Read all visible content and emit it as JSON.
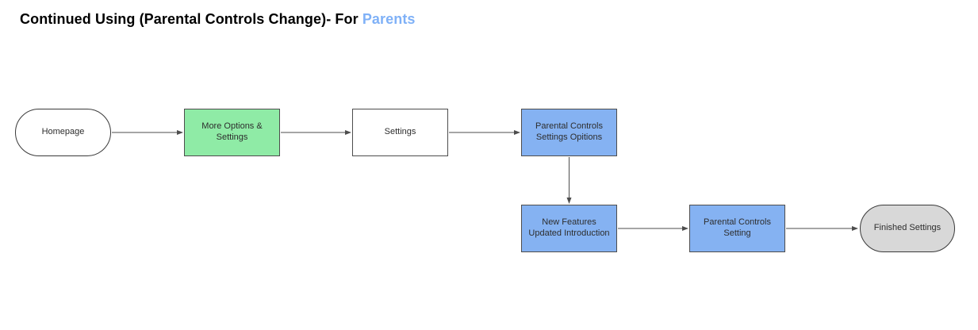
{
  "title": {
    "text": "Continued Using (Parental Controls Change)- For ",
    "highlight": "Parents"
  },
  "colors": {
    "title_text": "#000000",
    "title_highlight": "#7FB1F7",
    "node_green": "#8FEBA6",
    "node_blue": "#85B2F2",
    "node_gray": "#D8D8D8",
    "node_white": "#FFFFFF",
    "node_border": "#4D4D4D",
    "arrow": "#4D4D4D",
    "background": "#FFFFFF"
  },
  "diagram": {
    "type": "flowchart",
    "nodes": [
      {
        "id": "homepage",
        "label": "Homepage",
        "shape": "stadium",
        "fill": "white"
      },
      {
        "id": "more-options-settings",
        "label": "More Options & Settings",
        "shape": "rect",
        "fill": "green"
      },
      {
        "id": "settings",
        "label": "Settings",
        "shape": "rect",
        "fill": "white"
      },
      {
        "id": "parental-controls-settings-opitions",
        "label": "Parental Controls Settings Opitions",
        "shape": "rect",
        "fill": "blue"
      },
      {
        "id": "new-features-updated-introduction",
        "label": "New Features Updated Introduction",
        "shape": "rect",
        "fill": "blue"
      },
      {
        "id": "parental-controls-setting",
        "label": "Parental Controls Setting",
        "shape": "rect",
        "fill": "blue"
      },
      {
        "id": "finished-settings",
        "label": "Finished Settings",
        "shape": "stadium",
        "fill": "gray"
      }
    ],
    "edges": [
      {
        "from": "homepage",
        "to": "more-options-settings"
      },
      {
        "from": "more-options-settings",
        "to": "settings"
      },
      {
        "from": "settings",
        "to": "parental-controls-settings-opitions"
      },
      {
        "from": "parental-controls-settings-opitions",
        "to": "new-features-updated-introduction"
      },
      {
        "from": "new-features-updated-introduction",
        "to": "parental-controls-setting"
      },
      {
        "from": "parental-controls-setting",
        "to": "finished-settings"
      }
    ]
  }
}
